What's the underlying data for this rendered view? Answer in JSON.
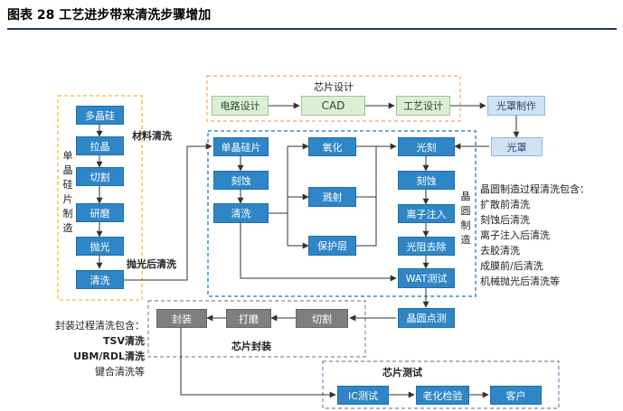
{
  "title": "图表 28 工艺进步带来清洗步骤增加",
  "design": {
    "label": "芯片设计",
    "circuit": "电路设计",
    "cad": "CAD",
    "process": "工艺设计",
    "mask_make": "光罩制作",
    "mask": "光罩"
  },
  "wafer_prep": {
    "vertical_label": "单晶硅片制造",
    "poly": "多晶硅",
    "pull": "拉晶",
    "cut": "切割",
    "grind": "研磨",
    "polish": "抛光",
    "clean": "清洗",
    "material_clean": "材料清洗",
    "post_polish_clean": "抛光后清洗"
  },
  "fab": {
    "vertical_label": "晶圆制造",
    "wafer": "单晶硅片",
    "etch1": "刻蚀",
    "clean": "清洗",
    "oxidize": "氧化",
    "sputter": "溅射",
    "protect": "保护层",
    "litho": "光刻",
    "etch2": "刻蚀",
    "implant": "离子注入",
    "strip": "光阻去除",
    "wat": "WAT测试",
    "notes": [
      "晶圆制造过程清洗包含：",
      "扩散前清洗",
      "刻蚀后清洗",
      "离子注入后清洗",
      "去胶清洗",
      "成膜前/后清洗",
      "机械抛光后清洗等"
    ]
  },
  "package": {
    "label": "芯片封装",
    "probe": "晶圆点测",
    "dice": "切割",
    "grind": "打磨",
    "seal": "封装",
    "notes": [
      "封装过程清洗包含：",
      "TSV清洗",
      "UBM/RDL清洗",
      "键合清洗等"
    ]
  },
  "test": {
    "label": "芯片测试",
    "ic": "IC测试",
    "aging": "老化检验",
    "customer": "客户"
  },
  "colors": {
    "blue": "#2e86c6",
    "green": "#dcefd5",
    "light_blue": "#cfe3f4",
    "gray": "#7f7f7f",
    "orange_dash": "#f0a868",
    "yellow_dash": "#f2c744",
    "blue_dash": "#3a8fd0",
    "gray_dash": "#8c8c8c",
    "purple_dash": "#8a7ab8"
  }
}
